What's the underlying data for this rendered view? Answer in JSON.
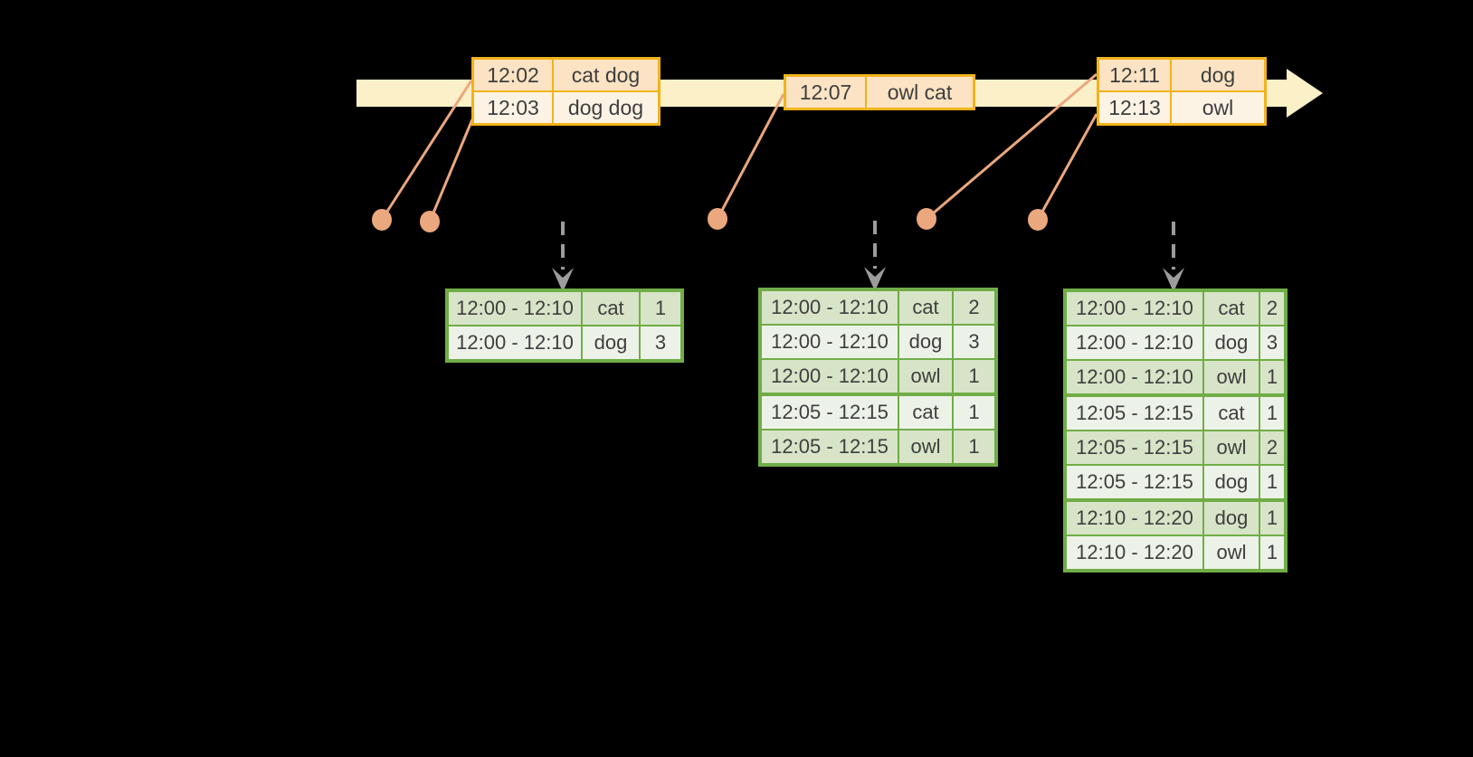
{
  "diagram": {
    "timeline_events": [
      {
        "rows": [
          {
            "time": "12:02",
            "words": "cat dog"
          },
          {
            "time": "12:03",
            "words": "dog dog"
          }
        ]
      },
      {
        "rows": [
          {
            "time": "12:07",
            "words": "owl cat"
          }
        ]
      },
      {
        "rows": [
          {
            "time": "12:11",
            "words": "dog"
          },
          {
            "time": "12:13",
            "words": "owl"
          }
        ]
      }
    ],
    "windowed_counts": [
      {
        "rows": [
          {
            "window": "12:00 - 12:10",
            "word": "cat",
            "count": "1"
          },
          {
            "window": "12:00 - 12:10",
            "word": "dog",
            "count": "3"
          }
        ]
      },
      {
        "rows": [
          {
            "window": "12:00 - 12:10",
            "word": "cat",
            "count": "2"
          },
          {
            "window": "12:00 - 12:10",
            "word": "dog",
            "count": "3"
          },
          {
            "window": "12:00 - 12:10",
            "word": "owl",
            "count": "1"
          },
          {
            "window": "12:05 - 12:15",
            "word": "cat",
            "count": "1"
          },
          {
            "window": "12:05 - 12:15",
            "word": "owl",
            "count": "1"
          }
        ]
      },
      {
        "rows": [
          {
            "window": "12:00 - 12:10",
            "word": "cat",
            "count": "2"
          },
          {
            "window": "12:00 - 12:10",
            "word": "dog",
            "count": "3"
          },
          {
            "window": "12:00 - 12:10",
            "word": "owl",
            "count": "1"
          },
          {
            "window": "12:05 - 12:15",
            "word": "cat",
            "count": "1"
          },
          {
            "window": "12:05 - 12:15",
            "word": "owl",
            "count": "2"
          },
          {
            "window": "12:05 - 12:15",
            "word": "dog",
            "count": "1"
          },
          {
            "window": "12:10 - 12:20",
            "word": "dog",
            "count": "1"
          },
          {
            "window": "12:10 - 12:20",
            "word": "owl",
            "count": "1"
          }
        ]
      }
    ],
    "icons": {
      "timeline_arrowhead": "right-arrowhead",
      "flow_arrow": "dashed-down-arrow"
    },
    "colors": {
      "background": "#000000",
      "timeline": "#FBF0C8",
      "event_table_border": "#F2B31B",
      "event_row_dark": "#FBE3C3",
      "event_row_light": "#FDF3E5",
      "connector": "#EBA77D",
      "flow_arrow_gray": "#9C9C9C",
      "result_table_border": "#70AD47",
      "result_row_dark": "#D7E4C7",
      "result_row_light": "#EDF2E8",
      "cell_text": "#3E3E3E"
    }
  }
}
